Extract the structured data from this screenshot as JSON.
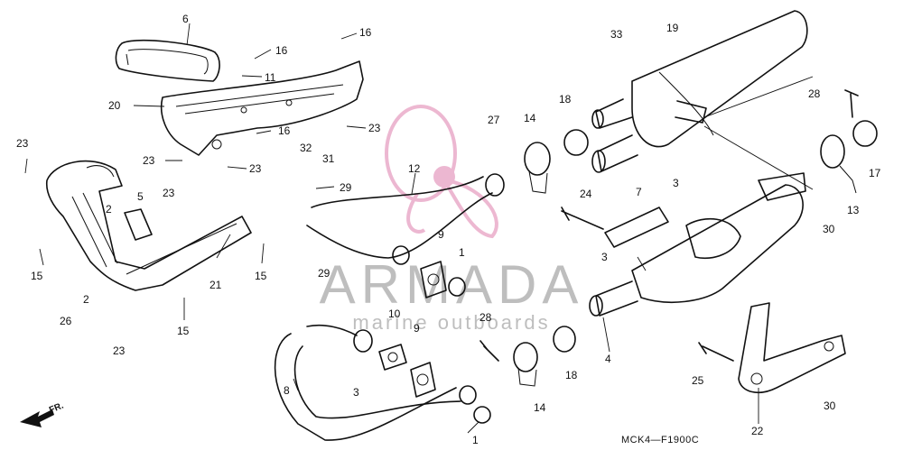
{
  "watermark": {
    "brand": "ARMADA",
    "tagline": "marine outboards",
    "logo": "propeller-icon",
    "logo_color": "#e8a6c6"
  },
  "diagram_code": "MCK4—F1900C",
  "direction_marker": "FR.",
  "callouts": [
    {
      "id": "c6",
      "label": "6"
    },
    {
      "id": "c16a",
      "label": "16"
    },
    {
      "id": "c16b",
      "label": "16"
    },
    {
      "id": "c16c",
      "label": "16"
    },
    {
      "id": "c11",
      "label": "11"
    },
    {
      "id": "c20",
      "label": "20"
    },
    {
      "id": "c23a",
      "label": "23"
    },
    {
      "id": "c23b",
      "label": "23"
    },
    {
      "id": "c23c",
      "label": "23"
    },
    {
      "id": "c23d",
      "label": "23"
    },
    {
      "id": "c23e",
      "label": "23"
    },
    {
      "id": "c23f",
      "label": "23"
    },
    {
      "id": "c32",
      "label": "32"
    },
    {
      "id": "c31",
      "label": "31"
    },
    {
      "id": "c5",
      "label": "5"
    },
    {
      "id": "c2a",
      "label": "2"
    },
    {
      "id": "c2b",
      "label": "2"
    },
    {
      "id": "c15a",
      "label": "15"
    },
    {
      "id": "c15b",
      "label": "15"
    },
    {
      "id": "c15c",
      "label": "15"
    },
    {
      "id": "c21",
      "label": "21"
    },
    {
      "id": "c26",
      "label": "26"
    },
    {
      "id": "c29a",
      "label": "29"
    },
    {
      "id": "c29b",
      "label": "29"
    },
    {
      "id": "c12",
      "label": "12"
    },
    {
      "id": "c27",
      "label": "27"
    },
    {
      "id": "c14a",
      "label": "14"
    },
    {
      "id": "c14b",
      "label": "14"
    },
    {
      "id": "c18a",
      "label": "18"
    },
    {
      "id": "c18b",
      "label": "18"
    },
    {
      "id": "c33",
      "label": "33"
    },
    {
      "id": "c19",
      "label": "19"
    },
    {
      "id": "c28a",
      "label": "28"
    },
    {
      "id": "c28b",
      "label": "28"
    },
    {
      "id": "c17",
      "label": "17"
    },
    {
      "id": "c13",
      "label": "13"
    },
    {
      "id": "c30a",
      "label": "30"
    },
    {
      "id": "c30b",
      "label": "30"
    },
    {
      "id": "c24",
      "label": "24"
    },
    {
      "id": "c7",
      "label": "7"
    },
    {
      "id": "c3a",
      "label": "3"
    },
    {
      "id": "c3b",
      "label": "3"
    },
    {
      "id": "c3c",
      "label": "3"
    },
    {
      "id": "c9a",
      "label": "9"
    },
    {
      "id": "c9b",
      "label": "9"
    },
    {
      "id": "c1a",
      "label": "1"
    },
    {
      "id": "c1b",
      "label": "1"
    },
    {
      "id": "c10",
      "label": "10"
    },
    {
      "id": "c8",
      "label": "8"
    },
    {
      "id": "c4",
      "label": "4"
    },
    {
      "id": "c25",
      "label": "25"
    },
    {
      "id": "c22",
      "label": "22"
    }
  ]
}
